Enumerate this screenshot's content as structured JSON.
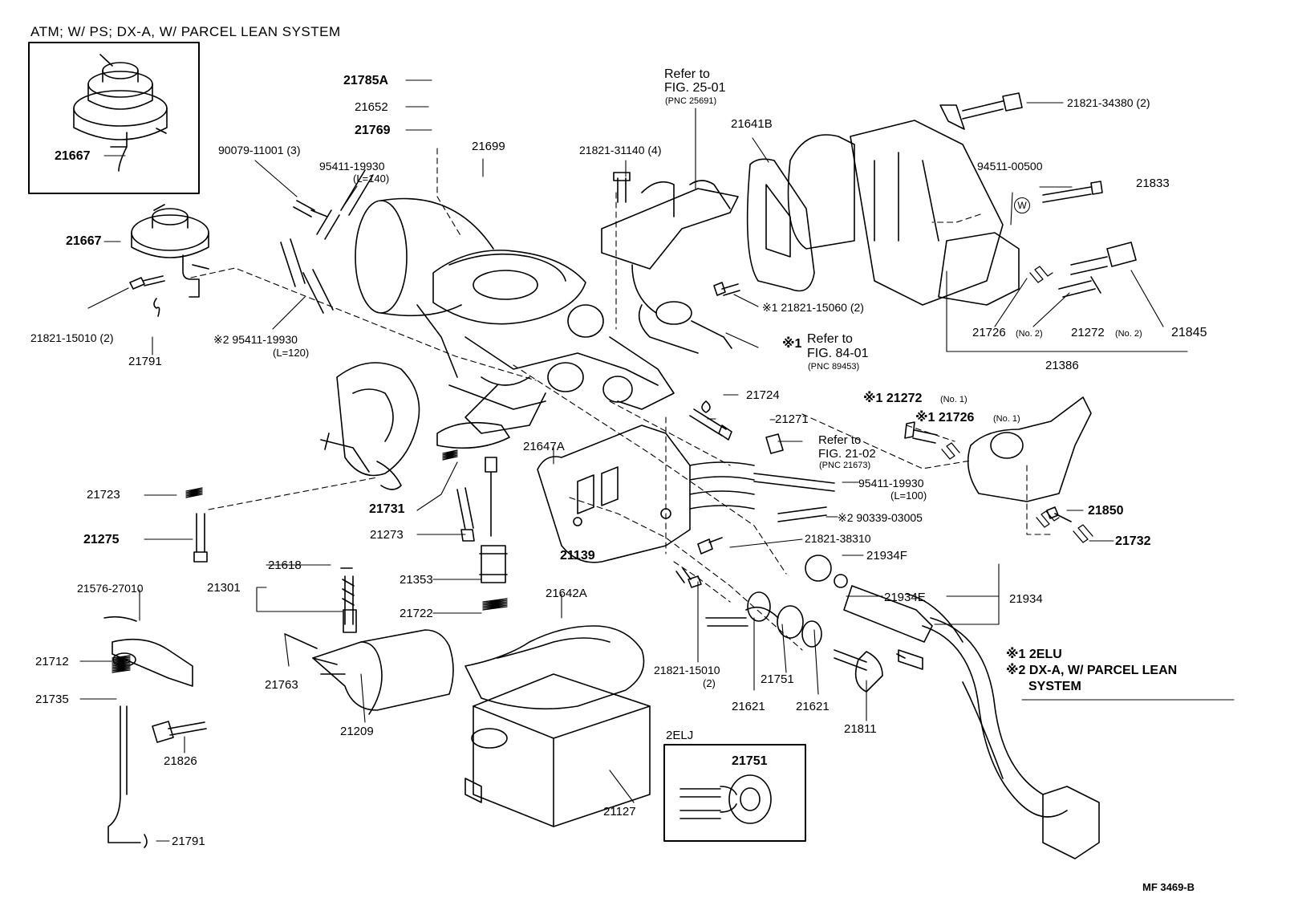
{
  "header": {
    "title": "ATM; W/ PS; DX-A, W/ PARCEL LEAN SYSTEM"
  },
  "footer": {
    "code": "MF  3469-B"
  },
  "notes": {
    "line1": "※1 2ELU",
    "line2": "※2 DX-A, W/ PARCEL LEAN",
    "line3": "SYSTEM"
  },
  "inset_2elj": {
    "title": "2ELJ",
    "part": "21751"
  },
  "refs": {
    "fig25": {
      "line1": "Refer to",
      "line2": "FIG. 25-01",
      "line3": "(PNC 25691)"
    },
    "fig84": {
      "mark": "※1",
      "line1": "Refer to",
      "line2": "FIG. 84-01",
      "line3": "(PNC 89453)"
    },
    "fig21": {
      "line1": "Refer to",
      "line2": "FIG. 21-02",
      "line3": "(PNC 21673)"
    }
  },
  "parts": {
    "p21667a": "21667",
    "p21667b": "21667",
    "p21785a": "21785A",
    "p21652": "21652",
    "p21769": "21769",
    "p21699": "21699",
    "p90079": "90079-11001 (3)",
    "p95411_140": "95411-19930",
    "p95411_140l": "(L=140)",
    "p21821_15010_2": "21821-15010 (2)",
    "p21791a": "21791",
    "p95411_120": "※2 95411-19930",
    "p95411_120l": "(L=120)",
    "p21821_31140": "21821-31140 (4)",
    "p21641b": "21641B",
    "p21821_34380": "21821-34380 (2)",
    "p94511": "94511-00500",
    "p21833": "21833",
    "p21821_15060": "※1 21821-15060 (2)",
    "p21726no2": "21726",
    "p21726no2s": "(No. 2)",
    "p21272no2": "21272",
    "p21272no2s": "(No. 2)",
    "p21845": "21845",
    "p21386": "21386",
    "p21724": "21724",
    "p21271": "21271",
    "p21272no1": "※1 21272",
    "p21272no1s": "(No. 1)",
    "p21726no1": "※1 21726",
    "p21726no1s": "(No. 1)",
    "p21647a": "21647A",
    "p95411_100": "95411-19930",
    "p95411_100l": "(L=100)",
    "p90339": "※2 90339-03005",
    "p21850": "21850",
    "p21732": "21732",
    "p21723": "21723",
    "p21275": "21275",
    "p21731": "21731",
    "p21273": "21273",
    "p21139": "21139",
    "p21821_38310": "21821-38310",
    "p21934f": "21934F",
    "p21934e": "21934E",
    "p21934": "21934",
    "p21618": "21618",
    "p21301": "21301",
    "p21353": "21353",
    "p21576": "21576-27010",
    "p21722": "21722",
    "p21642a": "21642A",
    "p21712": "21712",
    "p21735": "21735",
    "p21763": "21763",
    "p21209": "21209",
    "p21821_15010b": "21821-15010",
    "p21821_15010b2": "(2)",
    "p21621a": "21621",
    "p21751": "21751",
    "p21621b": "21621",
    "p21811": "21811",
    "p21826": "21826",
    "p21127": "21127",
    "p21791b": "21791"
  }
}
